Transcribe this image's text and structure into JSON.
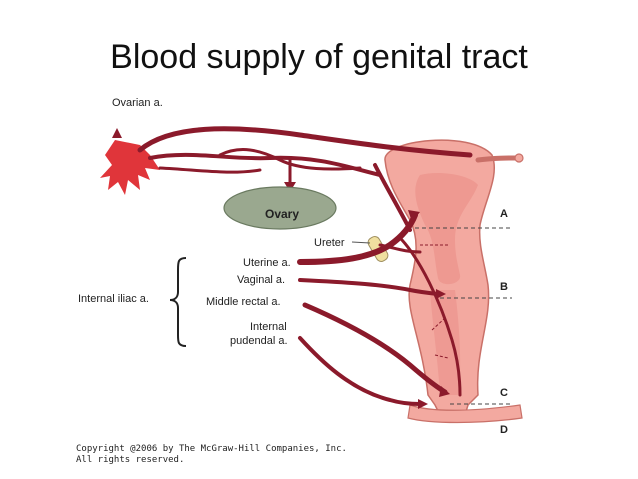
{
  "title": "Blood supply of genital tract",
  "labels": {
    "ovarian_artery": "Ovarian a.",
    "ovary": "Ovary",
    "ureter": "Ureter",
    "uterine_artery": "Uterine a.",
    "vaginal_artery": "Vaginal a.",
    "middle_rectal_artery": "Middle rectal a.",
    "internal_pudendal_line1": "Internal",
    "internal_pudendal_line2": "pudendal a.",
    "internal_iliac_artery": "Internal iliac a."
  },
  "levels": [
    "A",
    "B",
    "C",
    "D"
  ],
  "copyright_line1": "Copyright @2006 by The McGraw-Hill Companies, Inc.",
  "copyright_line2": "All rights reserved.",
  "colors": {
    "artery": "#8b1a2b",
    "uterus": "#f0a49c",
    "uterus_outline": "#c97068",
    "ovary": "#9aa88f",
    "ureter": "#f0e0a0"
  }
}
